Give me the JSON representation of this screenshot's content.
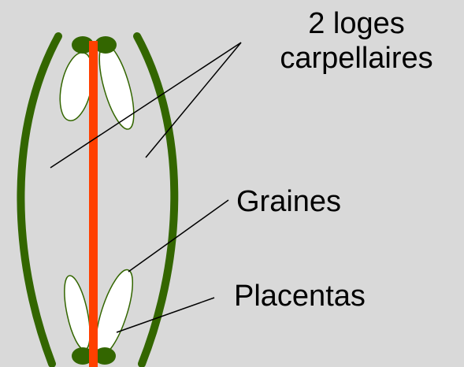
{
  "labels": {
    "loges_line1": "2 loges",
    "loges_line2": "carpellaires",
    "graines": "Graines",
    "placentas": "Placentas"
  },
  "colors": {
    "background": "#d9d9d9",
    "wall": "#336600",
    "axis": "#ff4000",
    "seed": "#ffffff",
    "placenta": "#336600",
    "leader": "#000000"
  }
}
